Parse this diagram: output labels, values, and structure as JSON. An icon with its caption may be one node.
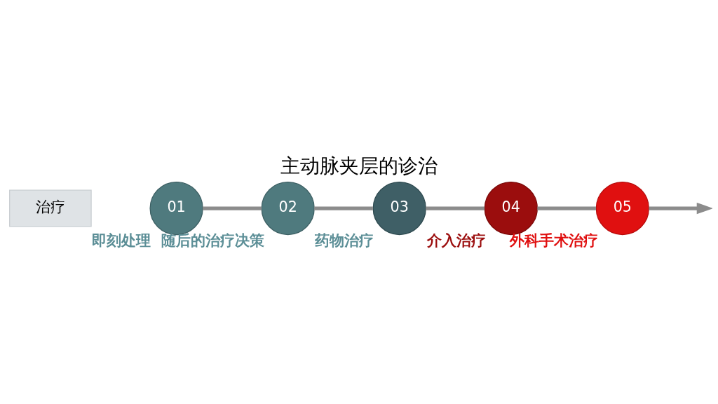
{
  "diagram": {
    "title": "主动脉夹层的诊治",
    "nodes": [
      {
        "text": [
          "治疗"
        ]
      },
      {
        "text": [
          "01"
        ],
        "beside": [
          "即刻处理"
        ]
      },
      {
        "text": [
          "02"
        ],
        "beside": [
          "随后的治疗决策"
        ]
      },
      {
        "text": [
          "03"
        ],
        "beside": [
          "药物治疗"
        ]
      },
      {
        "text": [
          "04"
        ],
        "beside": [
          "介入治疗"
        ]
      },
      {
        "text": [
          "05"
        ],
        "beside": [
          "外科手术治疗"
        ]
      }
    ],
    "edges": [
      {
        "from": 1,
        "to": 2,
        "arrow": "none"
      },
      {
        "from": 2,
        "to": 3,
        "arrow": "none"
      },
      {
        "from": 3,
        "to": 4,
        "arrow": "none"
      },
      {
        "from": 4,
        "to": 5,
        "arrow": "none"
      },
      {
        "from": 5,
        "to": null,
        "arrow": "to"
      }
    ]
  }
}
